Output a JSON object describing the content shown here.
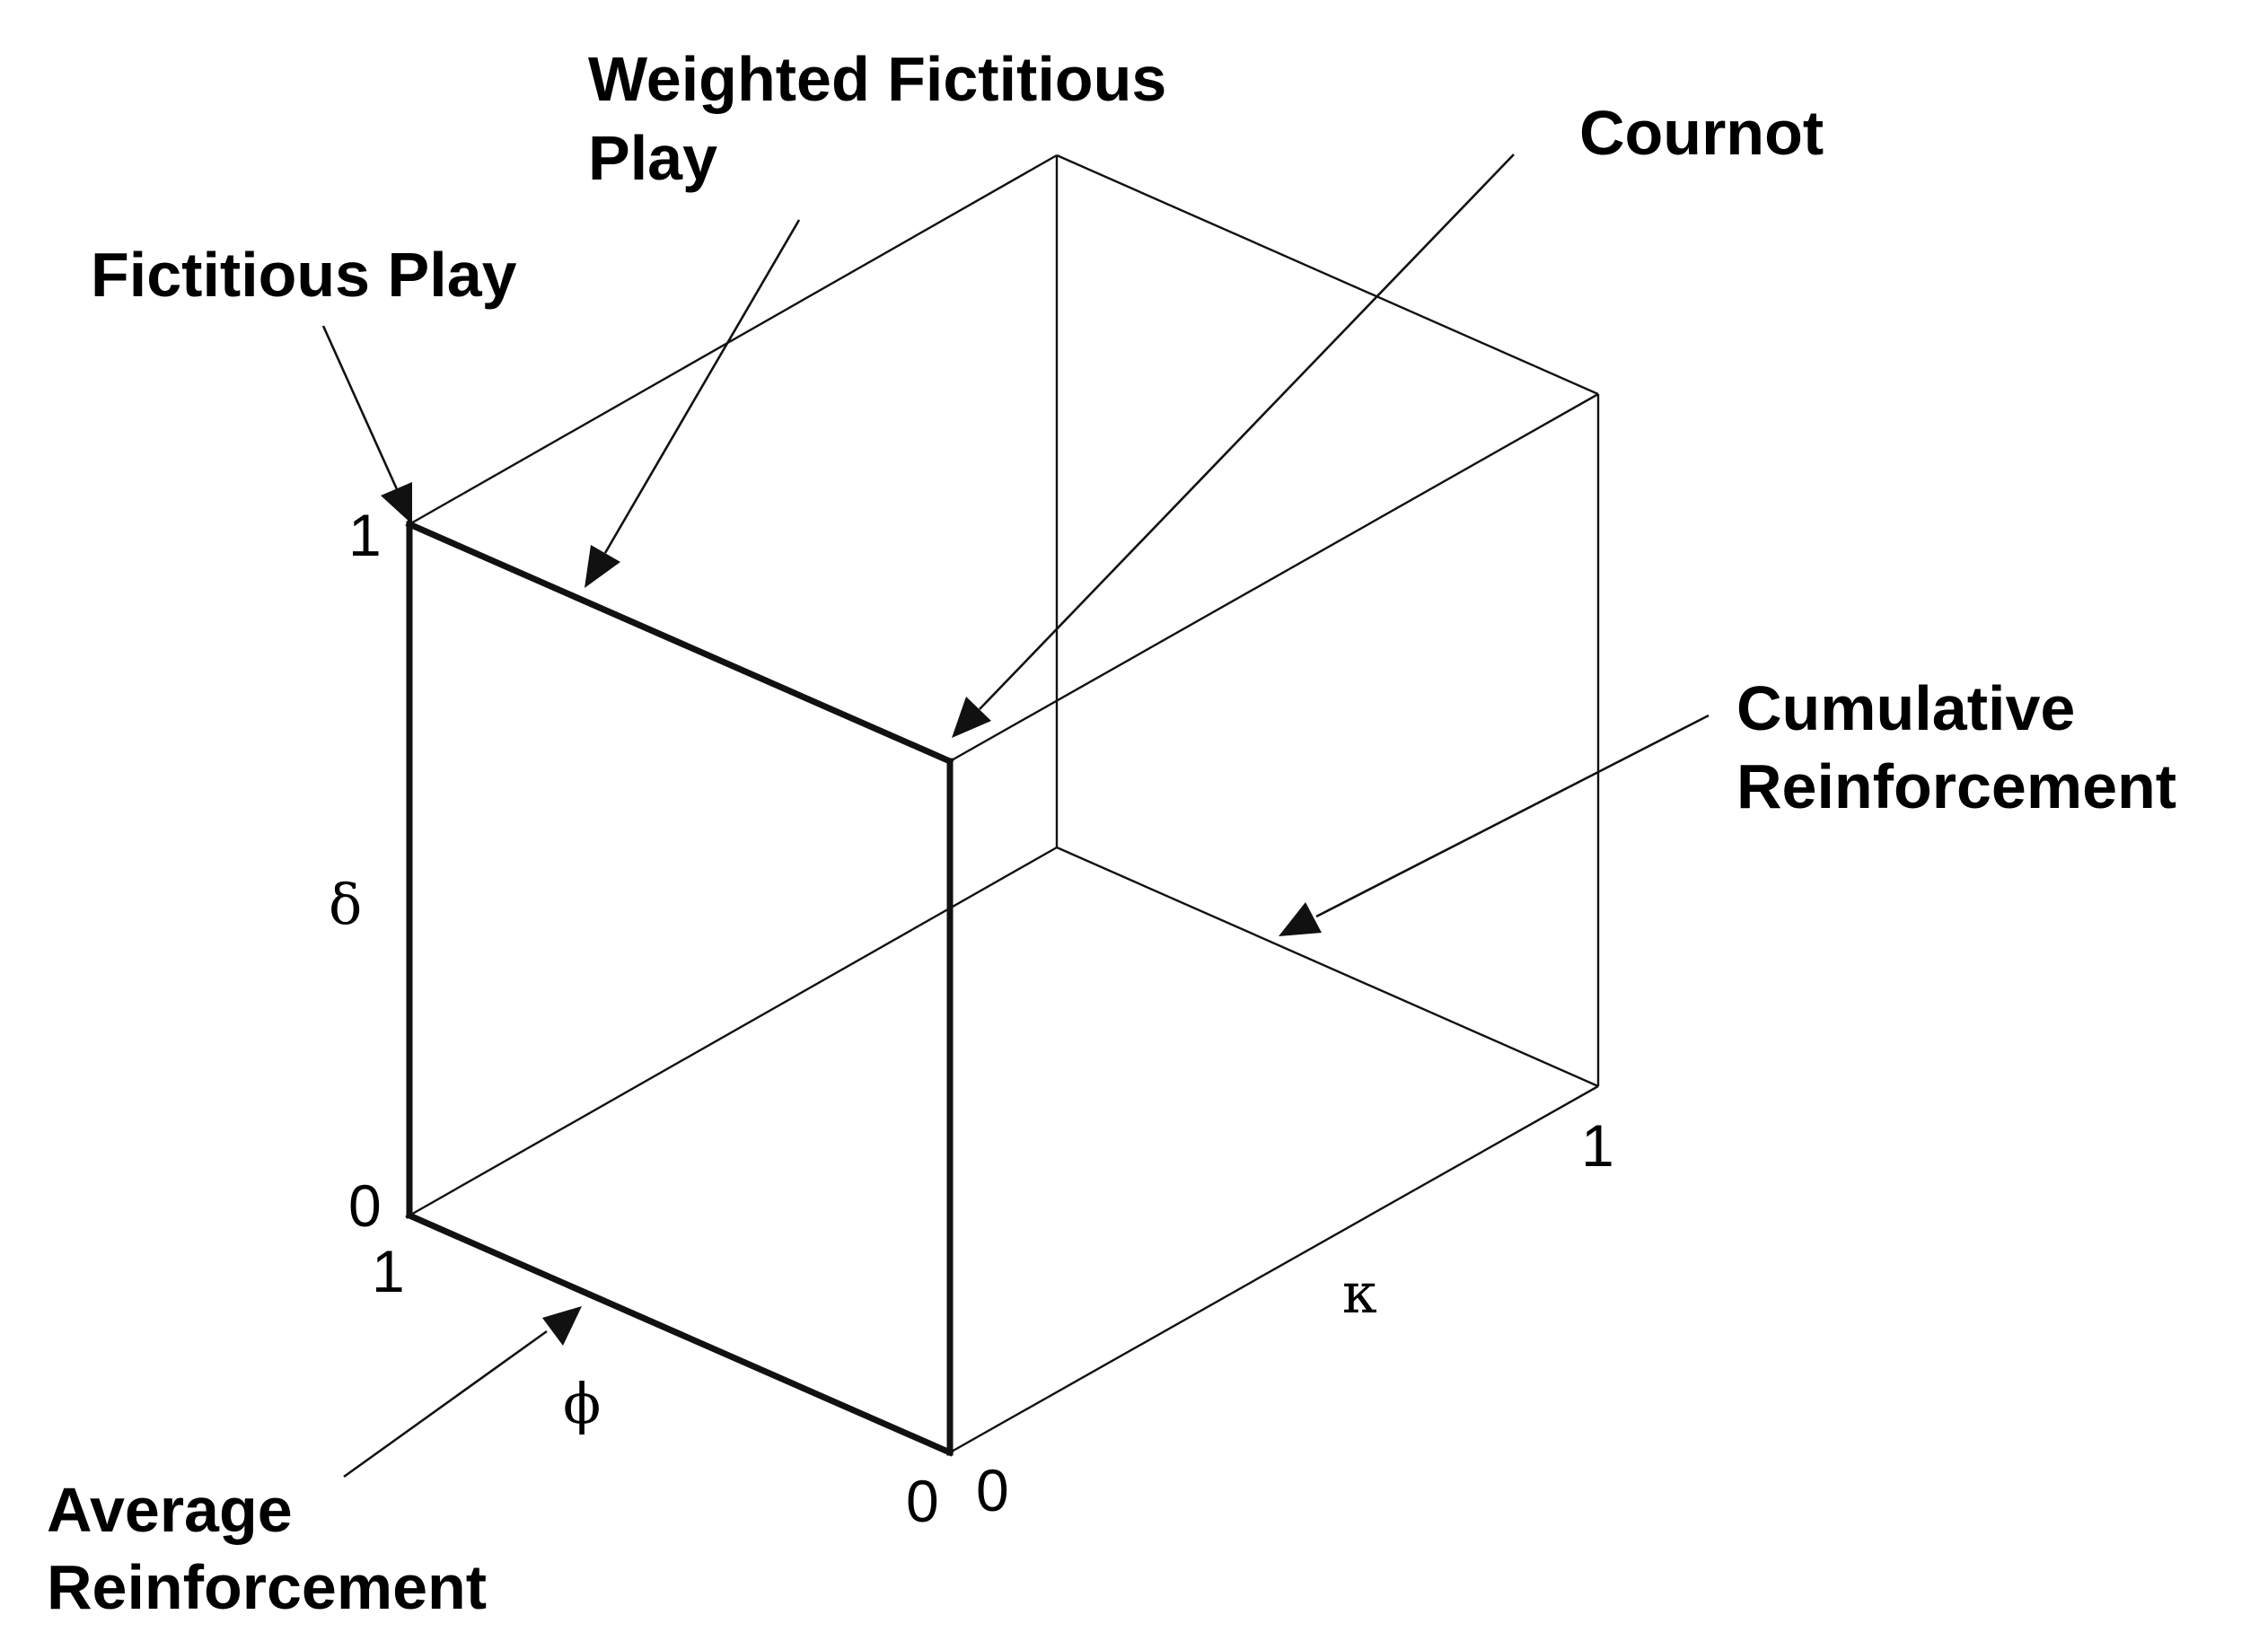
{
  "callouts": {
    "fictitious_play": "Fictitious Play",
    "weighted_fictitious_play": [
      "Weighted Fictitious",
      "Play"
    ],
    "cournot": "Cournot",
    "cumulative_reinforcement": [
      "Cumulative",
      "Reinforcement"
    ],
    "average_reinforcement": [
      "Average",
      "Reinforcement"
    ]
  },
  "axes": {
    "delta": {
      "symbol": "δ",
      "min_label": "0",
      "max_label": "1"
    },
    "phi": {
      "symbol": "ϕ",
      "min_label": "0",
      "max_label": "1"
    },
    "kappa": {
      "symbol": "κ",
      "min_label": "0",
      "max_label": "1"
    }
  }
}
